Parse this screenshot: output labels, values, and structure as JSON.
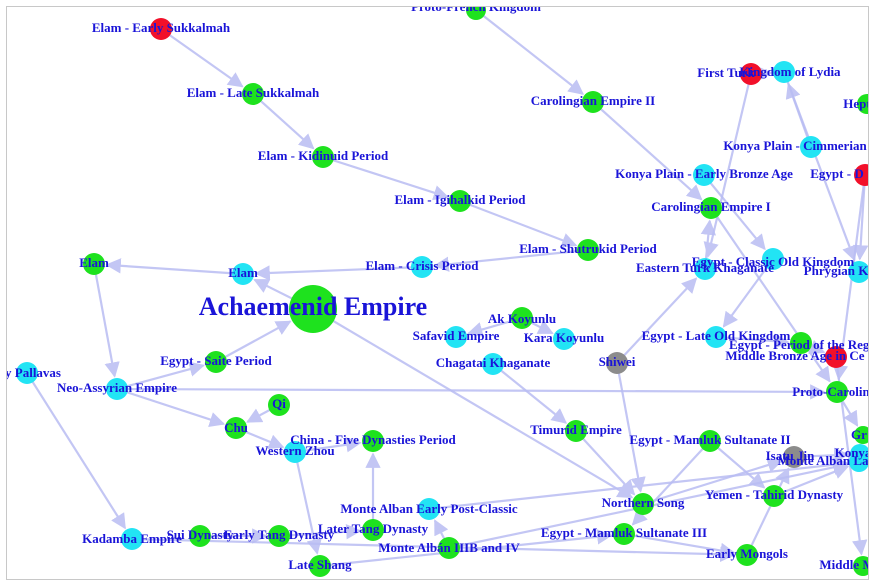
{
  "colors": {
    "green": "#1ee21e",
    "cyan": "#22e4f4",
    "red": "#f2102a",
    "gray": "#8c8c8c",
    "edge": "#b9bcf2",
    "label": "#1a14d8"
  },
  "nodes": [
    {
      "id": "proto-french",
      "label": "Proto-French Kingdom",
      "color": "green"
    },
    {
      "id": "elam-early-sukkalmah",
      "label": "Elam - Early Sukkalmah",
      "color": "red"
    },
    {
      "id": "first-turk",
      "label": "First Turk",
      "color": "red"
    },
    {
      "id": "kingdom-lydia",
      "label": "Kingdom of Lydia",
      "color": "cyan"
    },
    {
      "id": "elam-late-sukkalmah",
      "label": "Elam - Late Sukkalmah",
      "color": "green"
    },
    {
      "id": "carolingian-ii",
      "label": "Carolingian Empire II",
      "color": "green"
    },
    {
      "id": "hept",
      "label": "Hept",
      "color": "green"
    },
    {
      "id": "elam-kidinuid",
      "label": "Elam - Kidinuid Period",
      "color": "green"
    },
    {
      "id": "konya-cimmerian",
      "label": "Konya Plain - Cimmerian",
      "color": "cyan"
    },
    {
      "id": "konya-early-bronze",
      "label": "Konya Plain - Early Bronze Age",
      "color": "cyan"
    },
    {
      "id": "egypt-d",
      "label": "Egypt - D",
      "color": "red"
    },
    {
      "id": "elam-igihalkid",
      "label": "Elam - Igihalkid Period",
      "color": "green"
    },
    {
      "id": "carolingian-i",
      "label": "Carolingian Empire I",
      "color": "green"
    },
    {
      "id": "elam-shutrukid",
      "label": "Elam - Shutrukid Period",
      "color": "green"
    },
    {
      "id": "egypt-classic-old",
      "label": "Egypt - Classic Old Kingdom",
      "color": "cyan"
    },
    {
      "id": "elam-node",
      "label": "Elam",
      "color": "green"
    },
    {
      "id": "elam-cyan",
      "label": "Elam",
      "color": "cyan"
    },
    {
      "id": "elam-crisis",
      "label": "Elam - Crisis Period",
      "color": "cyan"
    },
    {
      "id": "eastern-turk",
      "label": "Eastern Turk Khaganate",
      "color": "cyan"
    },
    {
      "id": "phrygian",
      "label": "Phrygian K",
      "color": "cyan"
    },
    {
      "id": "achaemenid",
      "label": "Achaemenid Empire",
      "color": "green"
    },
    {
      "id": "ak-koyunlu",
      "label": "Ak Koyunlu",
      "color": "green"
    },
    {
      "id": "safavid",
      "label": "Safavid Empire",
      "color": "cyan"
    },
    {
      "id": "kara-koyunlu",
      "label": "Kara Koyunlu",
      "color": "cyan"
    },
    {
      "id": "egypt-late-old",
      "label": "Egypt - Late Old Kingdom",
      "color": "cyan"
    },
    {
      "id": "egypt-period-regions",
      "label": "Egypt - Period of the Regi",
      "color": "green"
    },
    {
      "id": "middle-bronze",
      "label": "Middle Bronze Age in Ce",
      "color": "red"
    },
    {
      "id": "pallavas",
      "label": "y Pallavas",
      "color": "cyan"
    },
    {
      "id": "egypt-saite",
      "label": "Egypt - Saite Period",
      "color": "green"
    },
    {
      "id": "shiwei",
      "label": "Shiwei",
      "color": "gray"
    },
    {
      "id": "chagatai",
      "label": "Chagatai Khaganate",
      "color": "cyan"
    },
    {
      "id": "neo-assyrian",
      "label": "Neo-Assyrian Empire",
      "color": "cyan"
    },
    {
      "id": "proto-carolingian",
      "label": "Proto-Carolin",
      "color": "green"
    },
    {
      "id": "qi",
      "label": "Qi",
      "color": "green"
    },
    {
      "id": "chu",
      "label": "Chu",
      "color": "green"
    },
    {
      "id": "timurid",
      "label": "Timurid Empire",
      "color": "green"
    },
    {
      "id": "china-five-dynasties",
      "label": "China - Five Dynasties Period",
      "color": "green"
    },
    {
      "id": "egypt-mamluk-ii",
      "label": "Egypt - Mamluk Sultanate II",
      "color": "green"
    },
    {
      "id": "western-zhou",
      "label": "Western Zhou",
      "color": "cyan"
    },
    {
      "id": "gr",
      "label": "Gr",
      "color": "green"
    },
    {
      "id": "isatu-jin",
      "label": "Isatu Jin",
      "color": "gray"
    },
    {
      "id": "konya-right",
      "label": "Konya",
      "color": "cyan"
    },
    {
      "id": "monte-alban-la",
      "label": "Monte Alban La",
      "color": "cyan"
    },
    {
      "id": "northern-song",
      "label": "Northern Song",
      "color": "green"
    },
    {
      "id": "yemen-tahirid",
      "label": "Yemen - Tahirid Dynasty",
      "color": "green"
    },
    {
      "id": "monte-alban-early-post",
      "label": "Monte Alban Early Post-Classic",
      "color": "cyan"
    },
    {
      "id": "kadamba",
      "label": "Kadamba Empire",
      "color": "cyan"
    },
    {
      "id": "sui",
      "label": "Sui Dynasty",
      "color": "green"
    },
    {
      "id": "early-tang",
      "label": "Early Tang Dynasty",
      "color": "green"
    },
    {
      "id": "later-tang",
      "label": "Later Tang Dynasty",
      "color": "green"
    },
    {
      "id": "egypt-mamluk-iii",
      "label": "Egypt - Mamluk Sultanate III",
      "color": "green"
    },
    {
      "id": "monte-alban-iiib",
      "label": "Monte Albán IIIB and IV",
      "color": "green"
    },
    {
      "id": "early-mongols",
      "label": "Early Mongols",
      "color": "green"
    },
    {
      "id": "late-shang",
      "label": "Late Shang",
      "color": "green"
    },
    {
      "id": "middle-right",
      "label": "Middle M",
      "color": "green"
    }
  ],
  "edges": [
    [
      "elam-early-sukkalmah",
      "elam-late-sukkalmah"
    ],
    [
      "elam-late-sukkalmah",
      "elam-kidinuid"
    ],
    [
      "elam-kidinuid",
      "elam-igihalkid"
    ],
    [
      "elam-igihalkid",
      "elam-shutrukid"
    ],
    [
      "elam-shutrukid",
      "elam-crisis"
    ],
    [
      "elam-crisis",
      "elam-cyan"
    ],
    [
      "elam-cyan",
      "elam-node"
    ],
    [
      "elam-node",
      "neo-assyrian"
    ],
    [
      "neo-assyrian",
      "egypt-saite"
    ],
    [
      "egypt-saite",
      "achaemenid"
    ],
    [
      "achaemenid",
      "elam-cyan"
    ],
    [
      "achaemenid",
      "northern-song"
    ],
    [
      "pallavas",
      "kadamba"
    ],
    [
      "neo-assyrian",
      "chu"
    ],
    [
      "qi",
      "chu"
    ],
    [
      "chu",
      "western-zhou"
    ],
    [
      "western-zhou",
      "late-shang"
    ],
    [
      "western-zhou",
      "china-five-dynasties"
    ],
    [
      "sui",
      "early-tang"
    ],
    [
      "early-tang",
      "later-tang"
    ],
    [
      "later-tang",
      "china-five-dynasties"
    ],
    [
      "monte-alban-iiib",
      "monte-alban-early-post"
    ],
    [
      "monte-alban-early-post",
      "monte-alban-la"
    ],
    [
      "ak-koyunlu",
      "kara-koyunlu"
    ],
    [
      "ak-koyunlu",
      "safavid"
    ],
    [
      "chagatai",
      "timurid"
    ],
    [
      "timurid",
      "northern-song"
    ],
    [
      "egypt-mamluk-ii",
      "egypt-mamluk-iii"
    ],
    [
      "egypt-mamluk-ii",
      "yemen-tahirid"
    ],
    [
      "egypt-mamluk-iii",
      "early-mongols"
    ],
    [
      "northern-song",
      "isatu-jin"
    ],
    [
      "shiwei",
      "eastern-turk"
    ],
    [
      "shiwei",
      "northern-song"
    ],
    [
      "eastern-turk",
      "carolingian-i"
    ],
    [
      "carolingian-ii",
      "carolingian-i"
    ],
    [
      "proto-french",
      "carolingian-ii"
    ],
    [
      "carolingian-i",
      "proto-carolingian"
    ],
    [
      "konya-early-bronze",
      "egypt-classic-old"
    ],
    [
      "egypt-classic-old",
      "egypt-late-old"
    ],
    [
      "egypt-late-old",
      "egypt-period-regions"
    ],
    [
      "egypt-period-regions",
      "middle-bronze"
    ],
    [
      "konya-cimmerian",
      "kingdom-lydia"
    ],
    [
      "first-turk",
      "eastern-turk"
    ],
    [
      "first-turk",
      "kingdom-lydia"
    ],
    [
      "kingdom-lydia",
      "phrygian"
    ],
    [
      "egypt-d",
      "phrygian"
    ],
    [
      "egypt-d",
      "proto-carolingian"
    ],
    [
      "proto-carolingian",
      "gr"
    ],
    [
      "isatu-jin",
      "konya-right"
    ],
    [
      "yemen-tahirid",
      "monte-alban-la"
    ],
    [
      "neo-assyrian",
      "proto-carolingian"
    ],
    [
      "kadamba",
      "early-mongols"
    ],
    [
      "early-mongols",
      "isatu-jin"
    ],
    [
      "late-shang",
      "egypt-mamluk-iii"
    ],
    [
      "monte-alban-iiib",
      "monte-alban-la"
    ],
    [
      "middle-bronze",
      "middle-right"
    ]
  ]
}
